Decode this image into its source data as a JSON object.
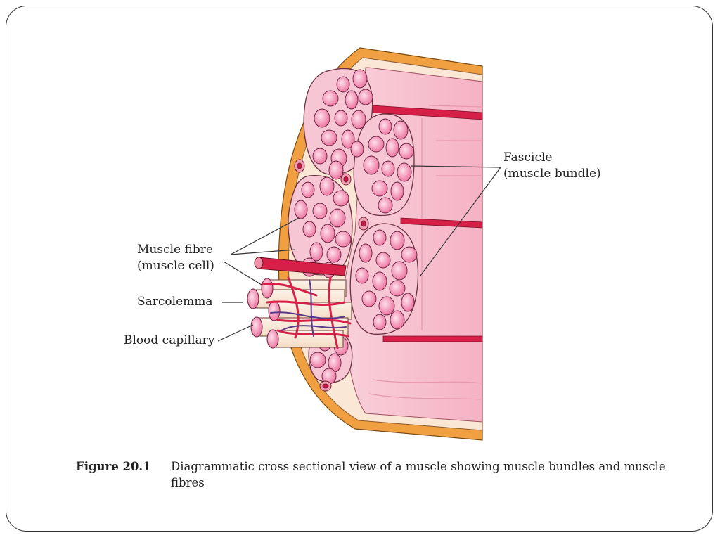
{
  "labels": {
    "fascicle": "Fascicle",
    "fascicle_sub": "(muscle bundle)",
    "muscle_fibre": "Muscle fibre",
    "muscle_fibre_sub": "(muscle cell)",
    "sarcolemma": "Sarcolemma",
    "blood_capillary": "Blood capillary"
  },
  "caption": {
    "figure_number": "Figure 20.1",
    "text": "Diagrammatic cross sectional view of a muscle showing muscle bundles and muscle fibres"
  },
  "colors": {
    "outer_sheath": "#f0a040",
    "fascicle_fill": "#f6c6d4",
    "fibre_fill": "#f082a8",
    "vessel": "#d62048",
    "vein": "#5a3a8a",
    "body_pink": "#f7c2cf",
    "cream": "#fbe7d6"
  }
}
